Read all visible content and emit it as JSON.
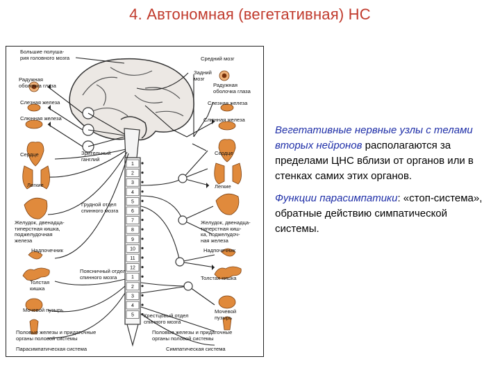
{
  "title": "4. Автономная (вегетативная) НС",
  "diagram": {
    "left_labels": [
      "Большие полуша-\nрия головного мозга",
      "Радужная\nоболочка глаза",
      "Слезная железа",
      "Слюнная железа",
      "Сердце",
      "Зрительный\nганглий",
      "Легкие",
      "Грудной отдел\nспинного мозга",
      "Желудок, двенадца-\nтиперстная кишка,\nподжелудочная\nжелеза",
      "Надпочечник",
      "Толстая\nкишка",
      "Поясничный отдел\nспинного мозга",
      "Мочевой пузырь",
      "Половые железы и придаточные\nорганы половой системы",
      "Парасимпатическая система"
    ],
    "right_labels": [
      "Средний мозг",
      "Задний\nмозг",
      "Радужная\nоболочка глаза",
      "Слезная железа",
      "Слюнная железа",
      "Сердце",
      "Легкие",
      "Желудок, двенадца-\nтиперстная киш-\nка, поджелудоч-\nная железа",
      "Надпочечник",
      "Толстая кишка",
      "Мочевой\nпузырь",
      "Крестцовый отдел\nспинного мозга",
      "Половые железы и придаточные\nорганы половой системы",
      "Симпатическая система"
    ],
    "segment_numbers": [
      "1",
      "2",
      "3",
      "4",
      "5",
      "6",
      "7",
      "8",
      "9",
      "10",
      "11",
      "12",
      "1",
      "2",
      "3",
      "4",
      "5"
    ]
  },
  "text": {
    "p1_highlight": "Вегетативные нервные узлы с телами вторых нейронов",
    "p1_rest": " располагаются за пределами ЦНС вблизи от органов или в стенках самих этих органов.",
    "p2_highlight": "Функции парасимпатики",
    "p2_colon": ":",
    "p2_rest": " «стоп-система», обратные действию симпатической системы."
  },
  "colors": {
    "title": "#c0392b",
    "highlight": "#1f2fa8",
    "organ": "#e08a3c",
    "nerve": "#222222"
  }
}
